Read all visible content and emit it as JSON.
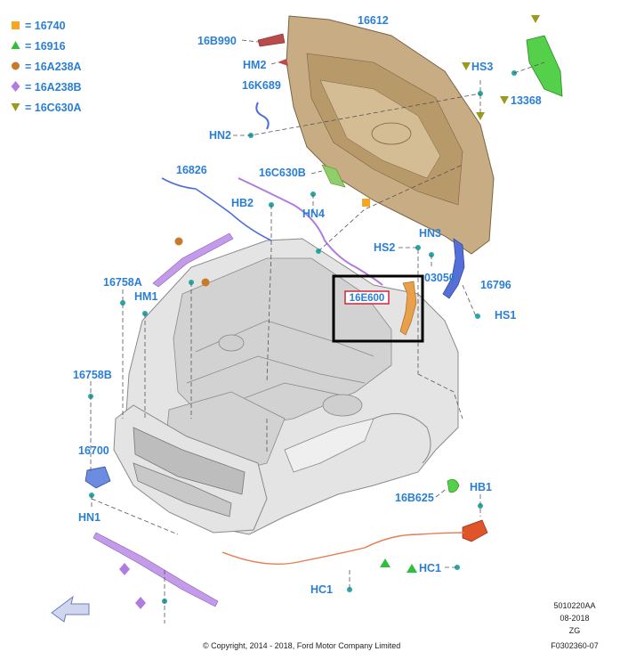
{
  "legend": [
    {
      "symbol": "square",
      "color": "#f5a623",
      "text": "= 16740"
    },
    {
      "symbol": "triangle-up",
      "color": "#2fbf3a",
      "text": "= 16916"
    },
    {
      "symbol": "circle",
      "color": "#c87a2a",
      "text": "= 16A238A"
    },
    {
      "symbol": "diamond",
      "color": "#b07ce0",
      "text": "= 16A238B"
    },
    {
      "symbol": "triangle-down",
      "color": "#9a9a1e",
      "text": "= 16C630A"
    }
  ],
  "labels": {
    "hood": "16612",
    "hood_seal": "16B990",
    "hm2": "HM2",
    "cable_16k689": "16K689",
    "hn2": "HN2",
    "hs3": "HS3",
    "part_13368": "13368",
    "cable_16826": "16826",
    "bumper_16c630b": "16C630B",
    "hb2": "HB2",
    "hn4": "HN4",
    "hs2": "HS2",
    "hn3": "HN3",
    "part_03050": "03050",
    "hinge_16796": "16796",
    "hs1": "HS1",
    "part_16758a": "16758A",
    "hm1": "HM1",
    "highlighted_part": "16E600",
    "part_16758b": "16758B",
    "latch_16700": "16700",
    "hn1": "HN1",
    "part_16b625": "16B625",
    "hb1": "HB1",
    "hc1_right": "HC1",
    "hc1_bottom": "HC1"
  },
  "meta": {
    "line1": "5010220AA",
    "line2": "08-2018",
    "line3": "ZG",
    "line4": "F0302360-07"
  },
  "copyright": "© Copyright, 2014 - 2018, Ford Motor Company Limited",
  "colors": {
    "label": "#2a7fd4",
    "highlight_box": "#000000",
    "highlight_label": "#d0263c",
    "hood": "#c8ad84"
  }
}
